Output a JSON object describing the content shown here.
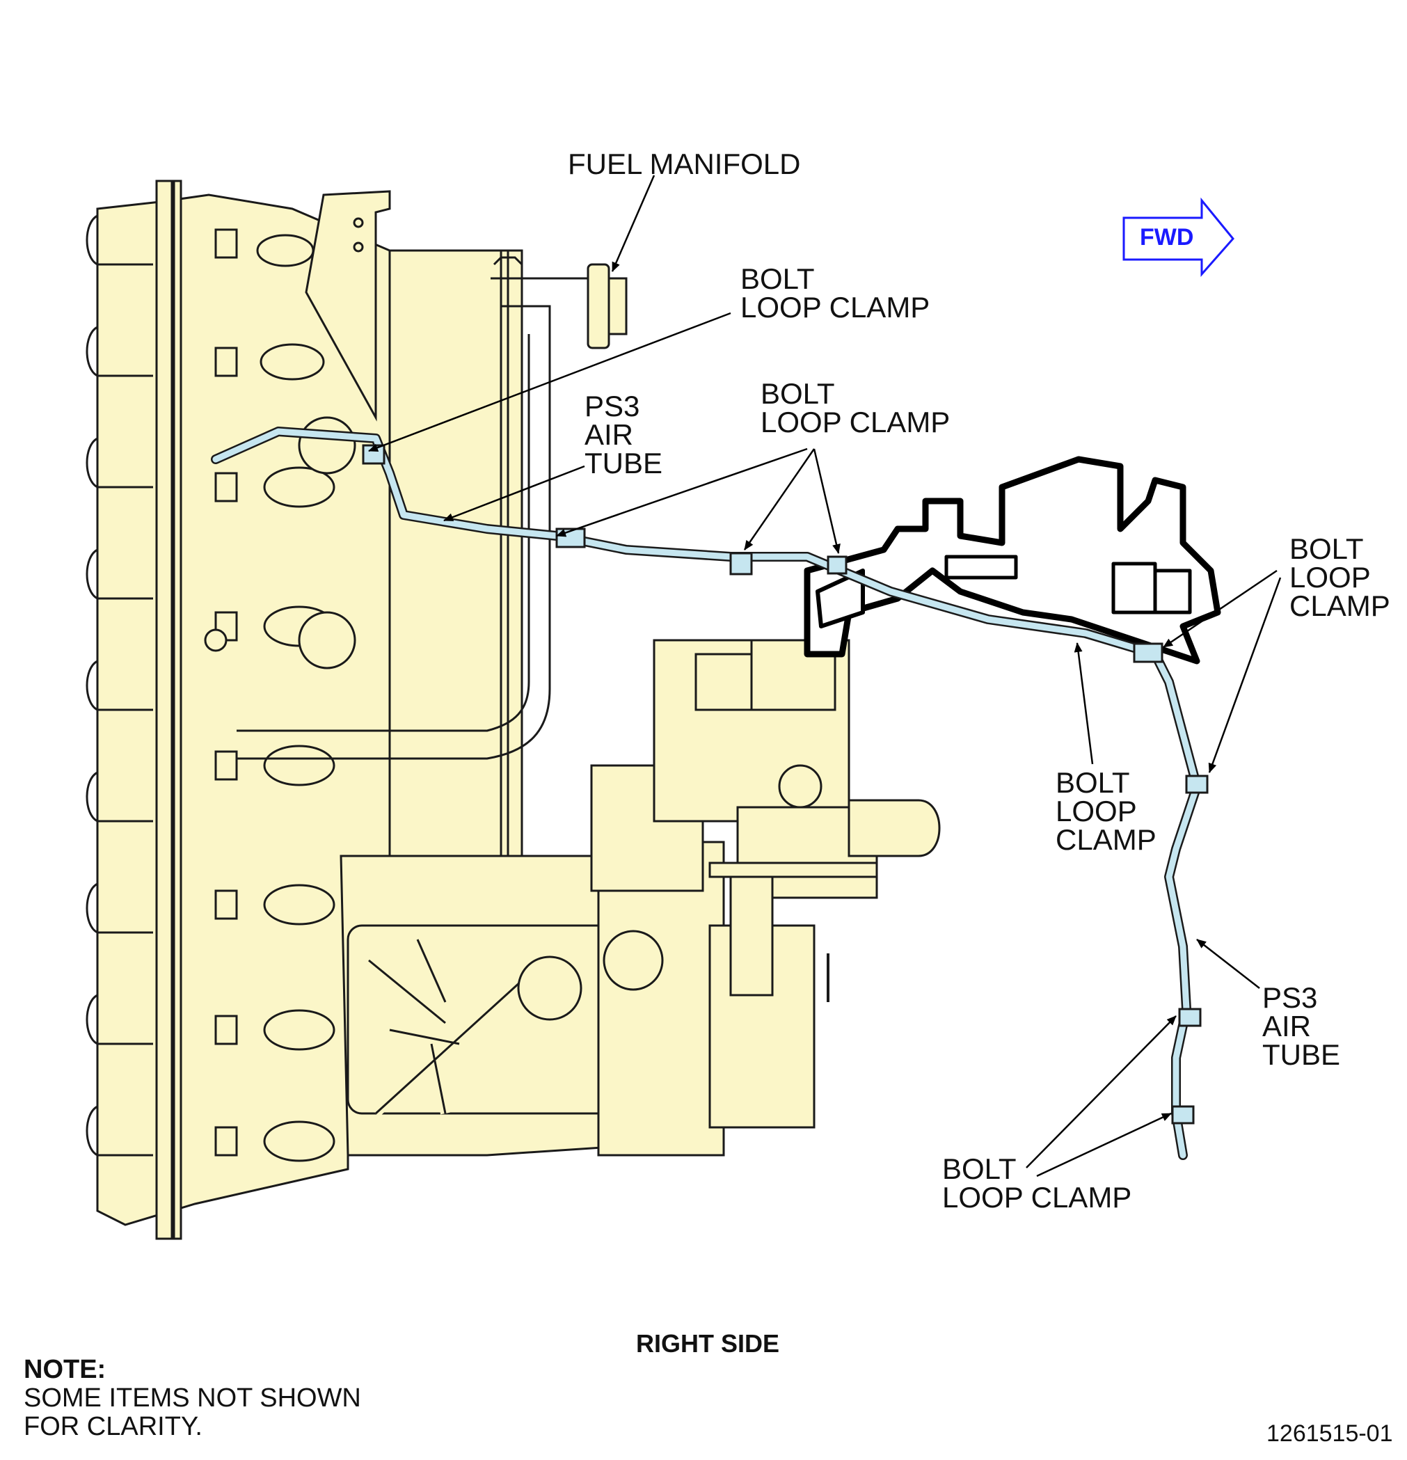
{
  "labels": {
    "fuel_manifold": "FUEL MANIFOLD",
    "bolt_loop_clamp_upper": {
      "line1": "BOLT",
      "line2": "LOOP CLAMP"
    },
    "bolt_loop_clamp_mid": {
      "line1": "BOLT",
      "line2": "LOOP CLAMP"
    },
    "ps3_air_tube_left": {
      "line1": "PS3",
      "line2": "AIR",
      "line3": "TUBE"
    },
    "bolt_loop_clamp_right": {
      "line1": "BOLT",
      "line2": "LOOP",
      "line3": "CLAMP"
    },
    "bolt_loop_clamp_center": {
      "line1": "BOLT",
      "line2": "LOOP",
      "line3": "CLAMP"
    },
    "ps3_air_tube_right": {
      "line1": "PS3",
      "line2": "AIR",
      "line3": "TUBE"
    },
    "bolt_loop_clamp_lower": {
      "line1": "BOLT",
      "line2": "LOOP CLAMP"
    }
  },
  "fwd_arrow": {
    "label": "FWD",
    "color": "#1a1aff"
  },
  "view_title": "RIGHT SIDE",
  "note": {
    "heading": "NOTE:",
    "line1": "SOME ITEMS NOT SHOWN",
    "line2": "FOR CLARITY."
  },
  "figure_id": "1261515-01",
  "colors": {
    "engine_fill": "#fbf6c8",
    "outline": "#1a1a1a",
    "ps3_tube": "#c6e6f0",
    "highlight_bracket": "#000000"
  }
}
